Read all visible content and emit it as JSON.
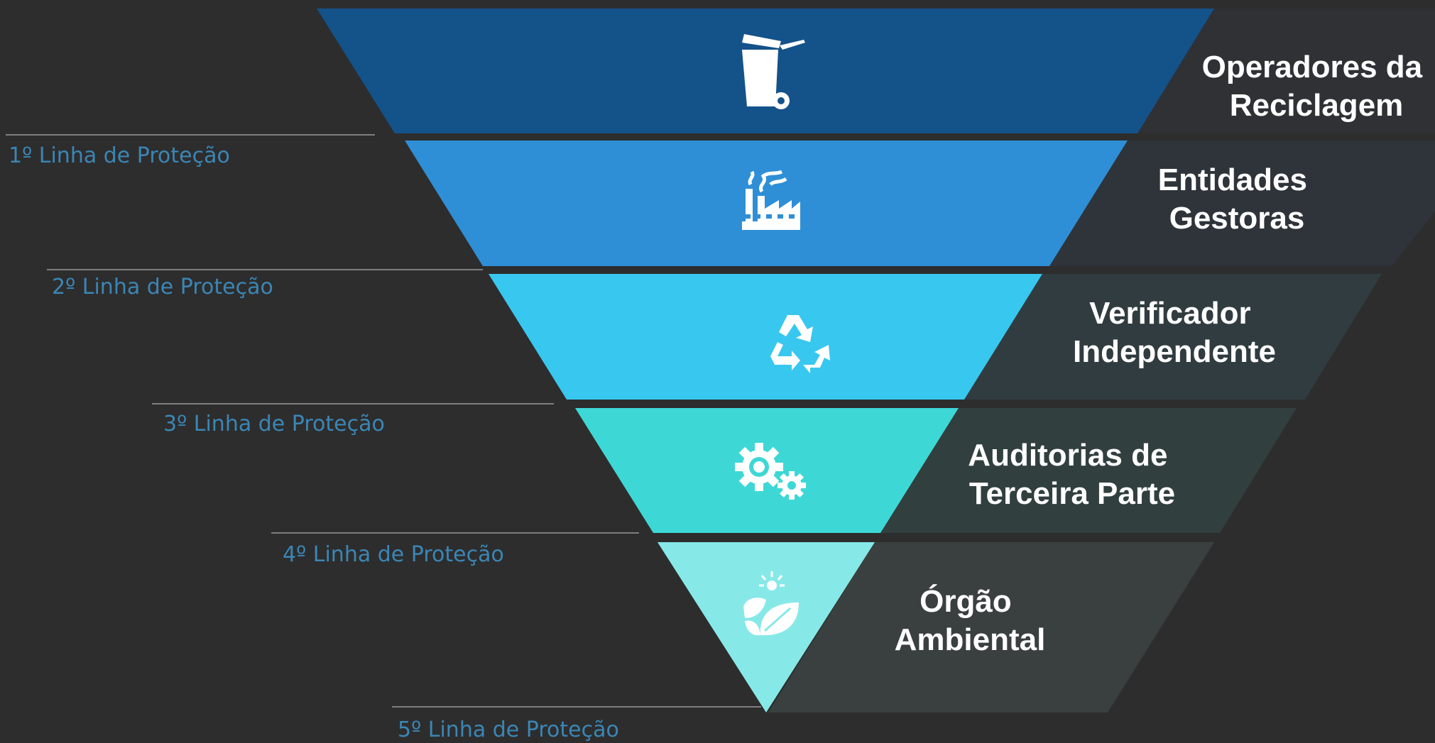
{
  "levels": [
    {
      "label_line1": "Operadores da",
      "label_line2": "Reciclagem",
      "icon": "trash-bin-icon",
      "color": "#14528a",
      "side_color": "#2f3135"
    },
    {
      "label_line1": "Entidades",
      "label_line2": "Gestoras",
      "icon": "factory-icon",
      "color": "#2e8fd6",
      "side_color": "#2e343a"
    },
    {
      "label_line1": "Verificador",
      "label_line2": "Independente",
      "icon": "recycle-icon",
      "color": "#38c7ef",
      "side_color": "#313c40"
    },
    {
      "label_line1": "Auditorias de",
      "label_line2": "Terceira Parte",
      "icon": "gears-icon",
      "color": "#3dd8d6",
      "side_color": "#323f3f"
    },
    {
      "label_line1": "Órgão",
      "label_line2": "Ambiental",
      "icon": "eco-leaf-sun-icon",
      "color": "#86e9e8",
      "side_color": "#3a4040"
    }
  ],
  "protection_lines": [
    {
      "text": "1º Linha de Proteção"
    },
    {
      "text": "2º Linha de Proteção"
    },
    {
      "text": "3º Linha de Proteção"
    },
    {
      "text": "4º Linha de Proteção"
    },
    {
      "text": "5º Linha de Proteção"
    }
  ],
  "colors": {
    "background": "#2d2d2d",
    "protection_text": "#3b86b5",
    "guide_line": "#9a9a9a"
  }
}
